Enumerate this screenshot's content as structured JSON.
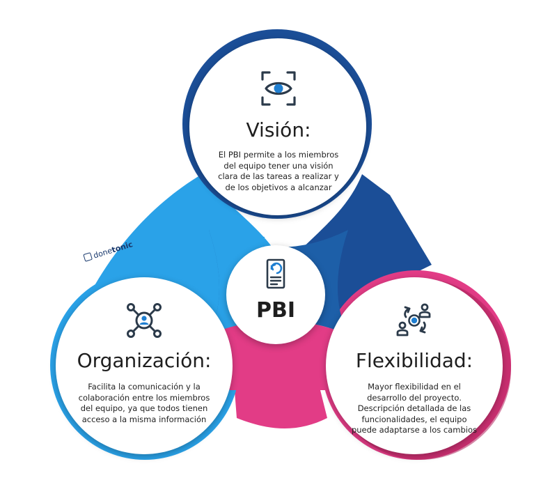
{
  "colors": {
    "vision": "#1b4e97",
    "organization": "#2aa2e8",
    "flexibility": "#e23c86",
    "center_connector_top": "#1d5fa8",
    "icon_dark": "#2b3a4a",
    "icon_blue": "#1f7fd1"
  },
  "logo": {
    "prefix": "done",
    "suffix": "tonic"
  },
  "center": {
    "label": "PBI",
    "icon": "document-scrum-icon"
  },
  "vision": {
    "title": "Visión:",
    "description": "El PBI permite a los miembros del equipo tener una visión clara de las tareas a realizar y de los objetivos a alcanzar",
    "icon": "eye-focus-icon"
  },
  "organization": {
    "title": "Organización:",
    "description": "Facilita la comunicación y la colaboración entre los miembros del equipo, ya que todos tienen acceso a la misma información",
    "icon": "team-network-icon"
  },
  "flexibility": {
    "title": "Flexibilidad:",
    "description": "Mayor flexibilidad en el desarrollo del proyecto. Descripción detallada de las funcionalidades, el equipo puede adaptarse a los cambios",
    "icon": "people-cycle-icon"
  }
}
